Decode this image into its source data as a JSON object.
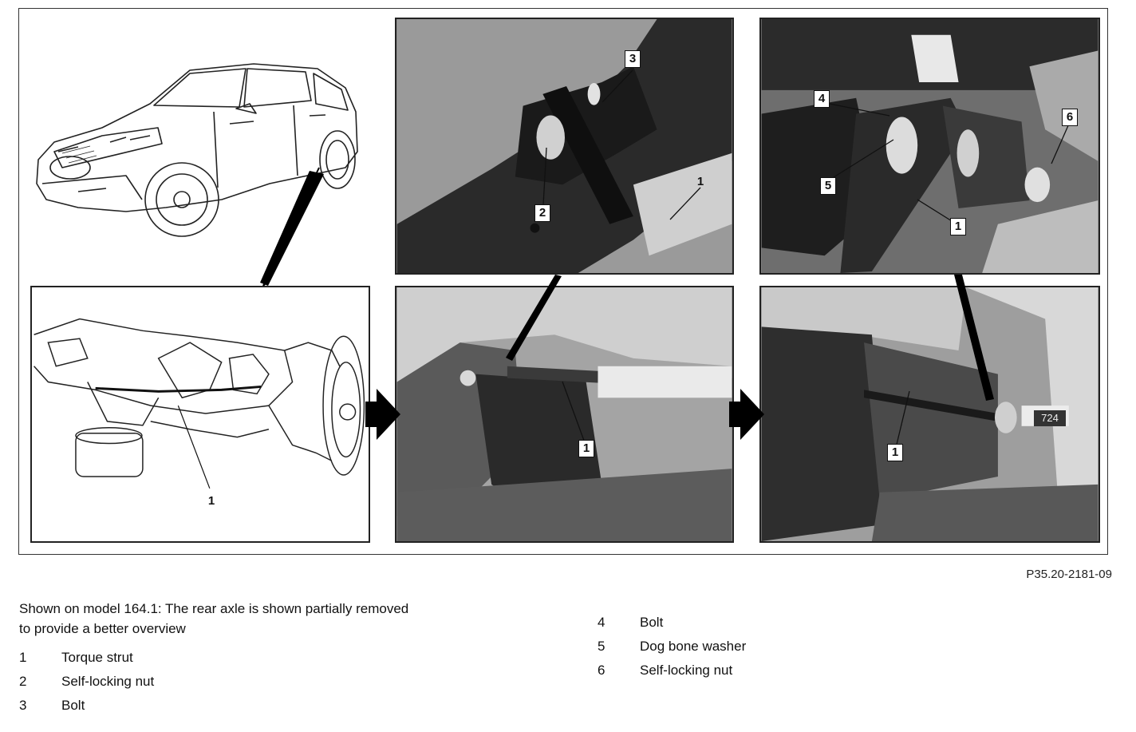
{
  "figure": {
    "id": "P35.20-2181-09",
    "callouts": {
      "overview": "1",
      "upper_middle": [
        "3",
        "2",
        "1"
      ],
      "upper_right": [
        "4",
        "5",
        "6",
        "1"
      ],
      "lower_middle": "1",
      "lower_right": "1",
      "license_tag": "724"
    }
  },
  "caption": {
    "text": "Shown on model 164.1: The rear axle is shown partially removed to provide a better overview"
  },
  "legend": {
    "left": [
      {
        "num": "1",
        "label": "Torque strut"
      },
      {
        "num": "2",
        "label": "Self-locking nut"
      },
      {
        "num": "3",
        "label": "Bolt"
      }
    ],
    "right": [
      {
        "num": "4",
        "label": "Bolt"
      },
      {
        "num": "5",
        "label": "Dog bone washer"
      },
      {
        "num": "6",
        "label": "Self-locking nut"
      }
    ]
  }
}
